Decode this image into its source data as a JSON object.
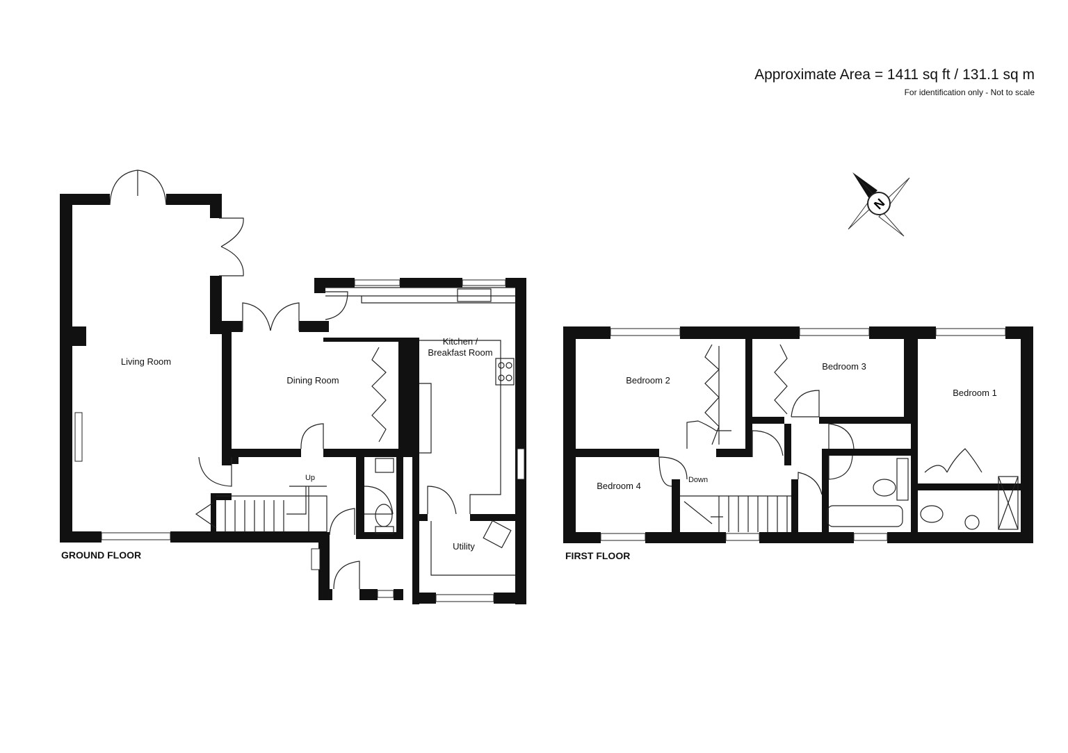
{
  "header": {
    "area": "Approximate Area = 1411 sq ft / 131.1 sq m",
    "disclaimer": "For identification only - Not to scale"
  },
  "compass": {
    "icon": "north-compass-icon",
    "letter": "N"
  },
  "ground_floor": {
    "label": "GROUND FLOOR",
    "rooms": {
      "living": "Living Room",
      "dining": "Dining Room",
      "kitchen_line1": "Kitchen /",
      "kitchen_line2": "Breakfast Room",
      "utility": "Utility",
      "stairs": "Up"
    }
  },
  "first_floor": {
    "label": "FIRST FLOOR",
    "rooms": {
      "bed1": "Bedroom 1",
      "bed2": "Bedroom 2",
      "bed3": "Bedroom 3",
      "bed4": "Bedroom 4",
      "stairs": "Down"
    }
  }
}
